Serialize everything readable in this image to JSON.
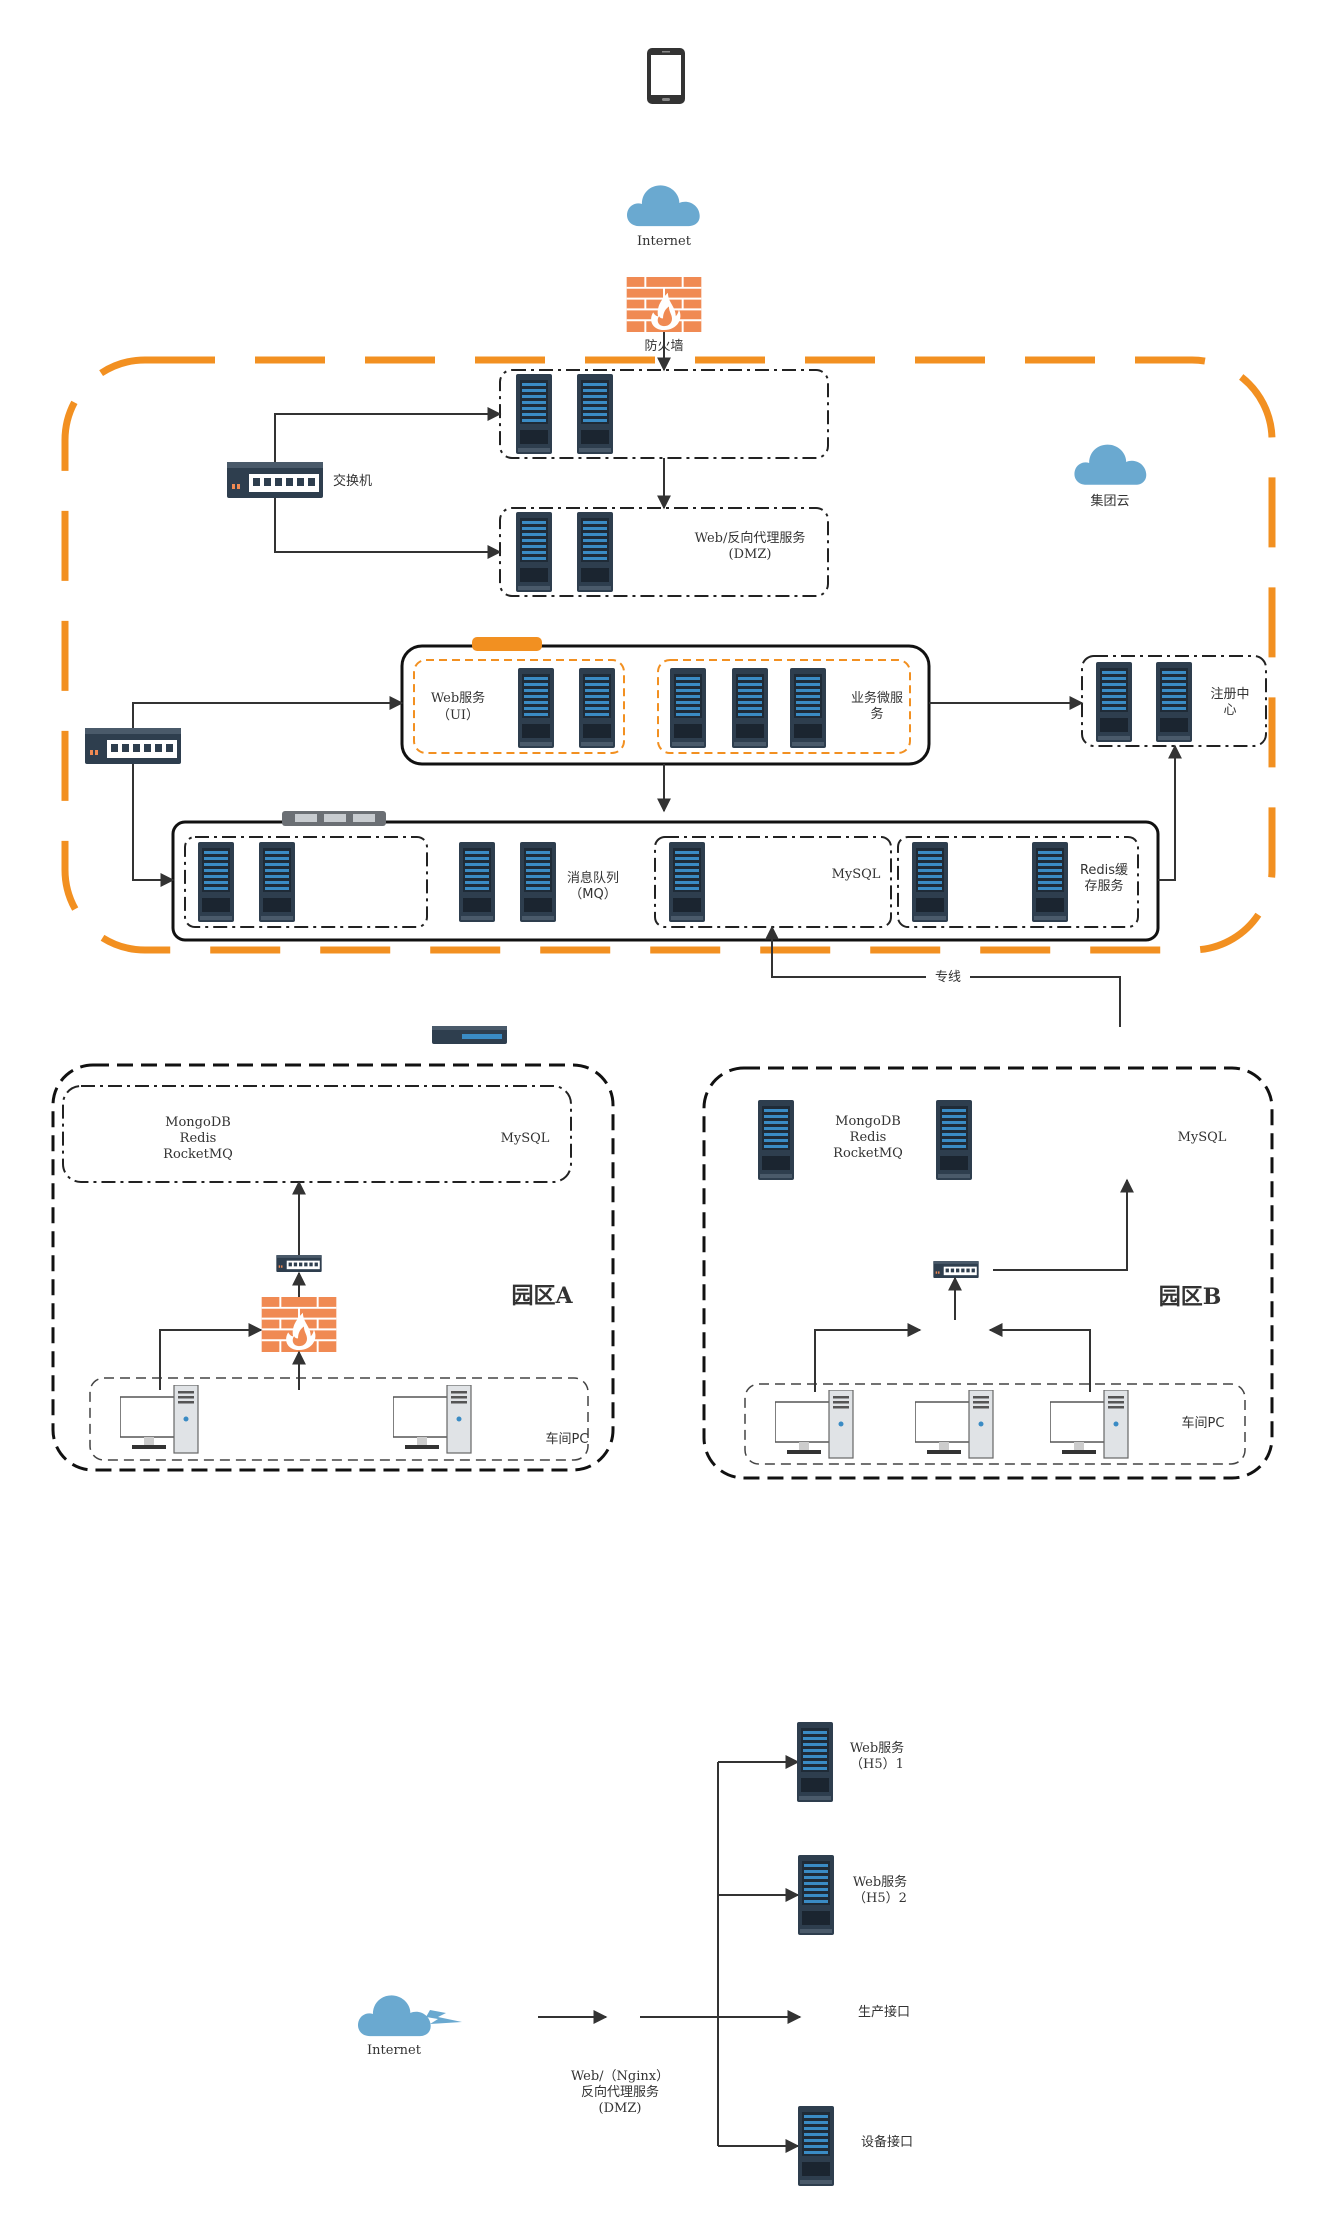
{
  "nodes": {
    "internet_top": "Internet",
    "firewall_top": "防火墙",
    "switch_top": "交换机",
    "web_proxy": "Web/反向代理服务",
    "web_proxy_dmz": "(DMZ)",
    "group_cloud": "集团云",
    "web_ui_l1": "Web服务",
    "web_ui_l2": "（UI）",
    "biz_ms_l1": "业务微服",
    "biz_ms_l2": "务",
    "registry_l1": "注册中",
    "registry_l2": "心",
    "mq_l1": "消息队列",
    "mq_l2": "（MQ）",
    "mysql_cloud": "MySQL",
    "redis_l1": "Redis缓",
    "redis_l2": "存服务",
    "dedicated_line": "专线",
    "park_a": {
      "title": "园区A",
      "db_l1": "MongoDB",
      "db_l2": "Redis",
      "db_l3": "RocketMQ",
      "mysql": "MySQL",
      "pc": "车间PC"
    },
    "park_b": {
      "title": "园区B",
      "db_l1": "MongoDB",
      "db_l2": "Redis",
      "db_l3": "RocketMQ",
      "mysql": "MySQL",
      "pc": "车间PC"
    },
    "bottom": {
      "internet": "Internet",
      "nginx_l1": "Web/（Nginx）",
      "nginx_l2": "反向代理服务",
      "nginx_l3": "(DMZ)",
      "h5_1_l1": "Web服务",
      "h5_1_l2": "（H5）1",
      "h5_2_l1": "Web服务",
      "h5_2_l2": "（H5）2",
      "prod_api": "生产接口",
      "device_api": "设备接口"
    }
  },
  "colors": {
    "orange": "#f29021",
    "server_dark": "#2e3e4e",
    "server_blue": "#3a8bc4",
    "cloud": "#6aa9d0",
    "firewall": "#f08a53",
    "edge": "#333333"
  }
}
